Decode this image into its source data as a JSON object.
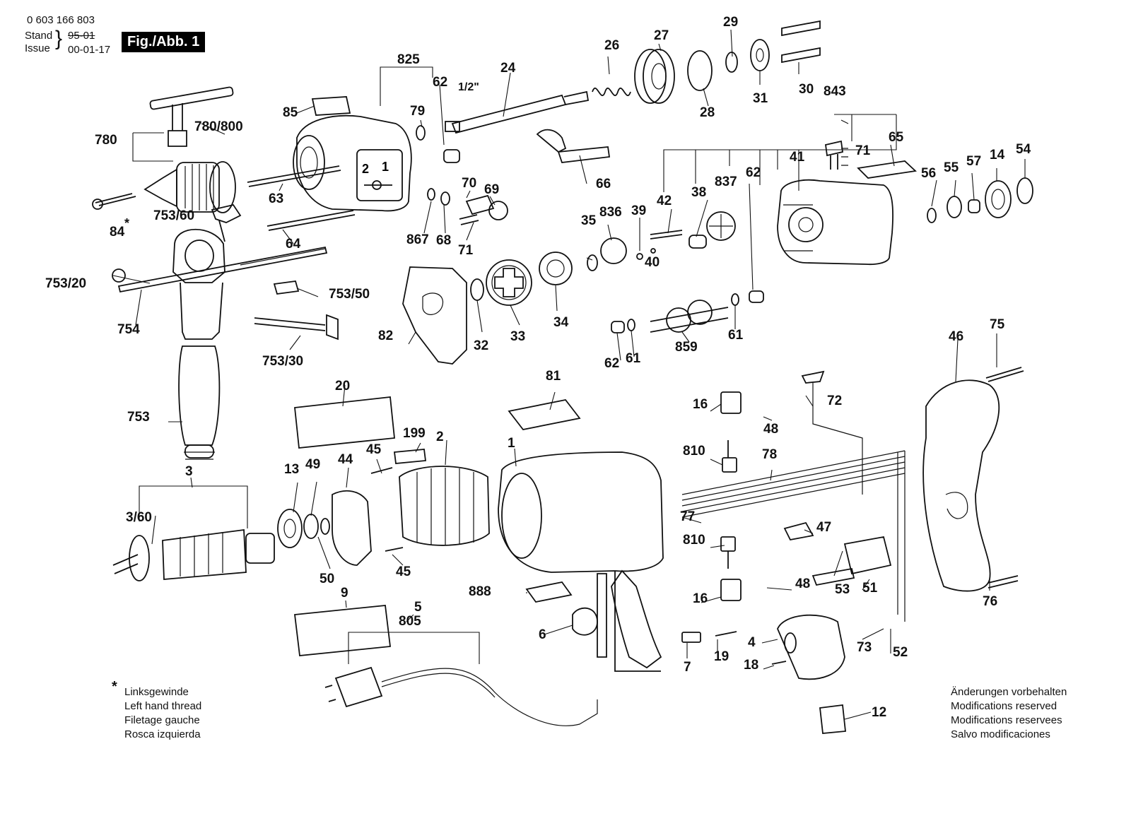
{
  "header": {
    "number": "0 603 166 803",
    "stand_label": "Stand",
    "issue_label": "Issue",
    "old_date": "95-01",
    "date": "00-01-17",
    "figure": "Fig./Abb. 1"
  },
  "notes": {
    "left": [
      "Linksgewinde",
      "Left hand thread",
      "Filetage gauche",
      "Rosca izquierda"
    ],
    "right": [
      "Änderungen vorbehalten",
      "Modifications reserved",
      "Modifications reservees",
      "Salvo modificaciones"
    ]
  },
  "labels": [
    "825",
    "62",
    "24",
    "26",
    "27",
    "29",
    "85",
    "79",
    "31",
    "30",
    "28",
    "780/800",
    "780",
    "843",
    "65",
    "41",
    "71",
    "66",
    "42",
    "38",
    "837",
    "62",
    "56",
    "55",
    "57",
    "14",
    "54",
    "63",
    "70",
    "69",
    "753/60",
    "84",
    "867",
    "68",
    "71",
    "64",
    "35",
    "836",
    "39",
    "40",
    "753/20",
    "753/50",
    "754",
    "32",
    "33",
    "34",
    "82",
    "62",
    "61",
    "859",
    "61",
    "753/30",
    "20",
    "81",
    "46",
    "75",
    "16",
    "72",
    "48",
    "199",
    "2",
    "1",
    "810",
    "78",
    "753",
    "3",
    "13",
    "49",
    "44",
    "45",
    "77",
    "47",
    "3/60",
    "810",
    "45",
    "50",
    "53",
    "51",
    "9",
    "48",
    "16",
    "888",
    "76",
    "5",
    "805",
    "6",
    "4",
    "73",
    "52",
    "7",
    "19",
    "18",
    "12",
    "1/2\"",
    "*"
  ]
}
